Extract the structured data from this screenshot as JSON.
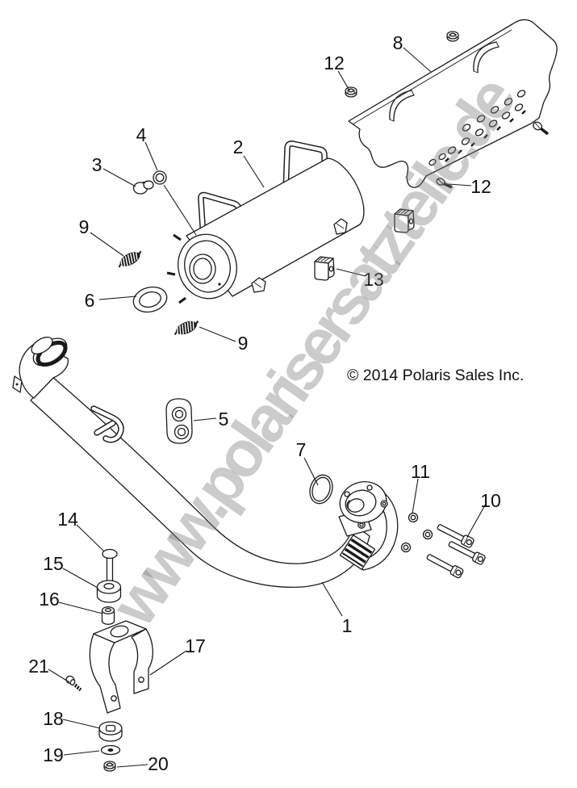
{
  "colors": {
    "line": "#1a1a1a",
    "watermark_gray": "#7d7d7d"
  },
  "watermark": {
    "text": "www.polarisersatzteile.de"
  },
  "copyright": {
    "text": "© 2014 Polaris Sales Inc."
  },
  "callouts": {
    "c1": "1",
    "c2": "2",
    "c3": "3",
    "c4": "4",
    "c5": "5",
    "c6": "6",
    "c7": "7",
    "c8": "8",
    "c9a": "9",
    "c9b": "9",
    "c10": "10",
    "c11": "11",
    "c12a": "12",
    "c12b": "12",
    "c13": "13",
    "c14": "14",
    "c15": "15",
    "c16": "16",
    "c17": "17",
    "c18": "18",
    "c19": "19",
    "c20": "20",
    "c21": "21"
  }
}
